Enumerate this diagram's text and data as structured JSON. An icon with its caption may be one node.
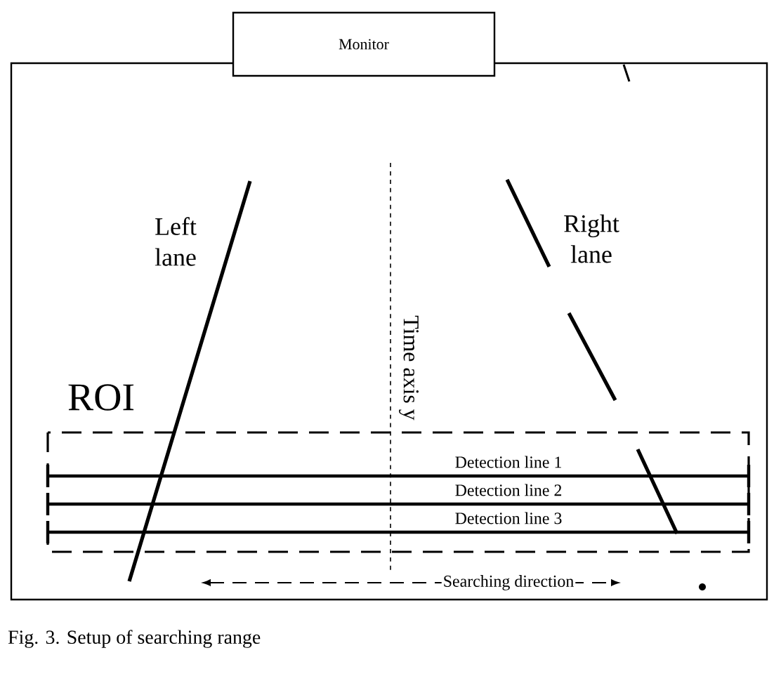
{
  "diagram": {
    "caption": "Fig. 3. Setup of searching range",
    "nodes": [
      {
        "text": [
          "Monitor"
        ]
      }
    ],
    "labels": [
      "Left lane",
      "Right lane",
      "Time axis y",
      "ROI",
      "Detection line 1",
      "Detection line 2",
      "Detection line 3",
      "Searching direction"
    ]
  }
}
